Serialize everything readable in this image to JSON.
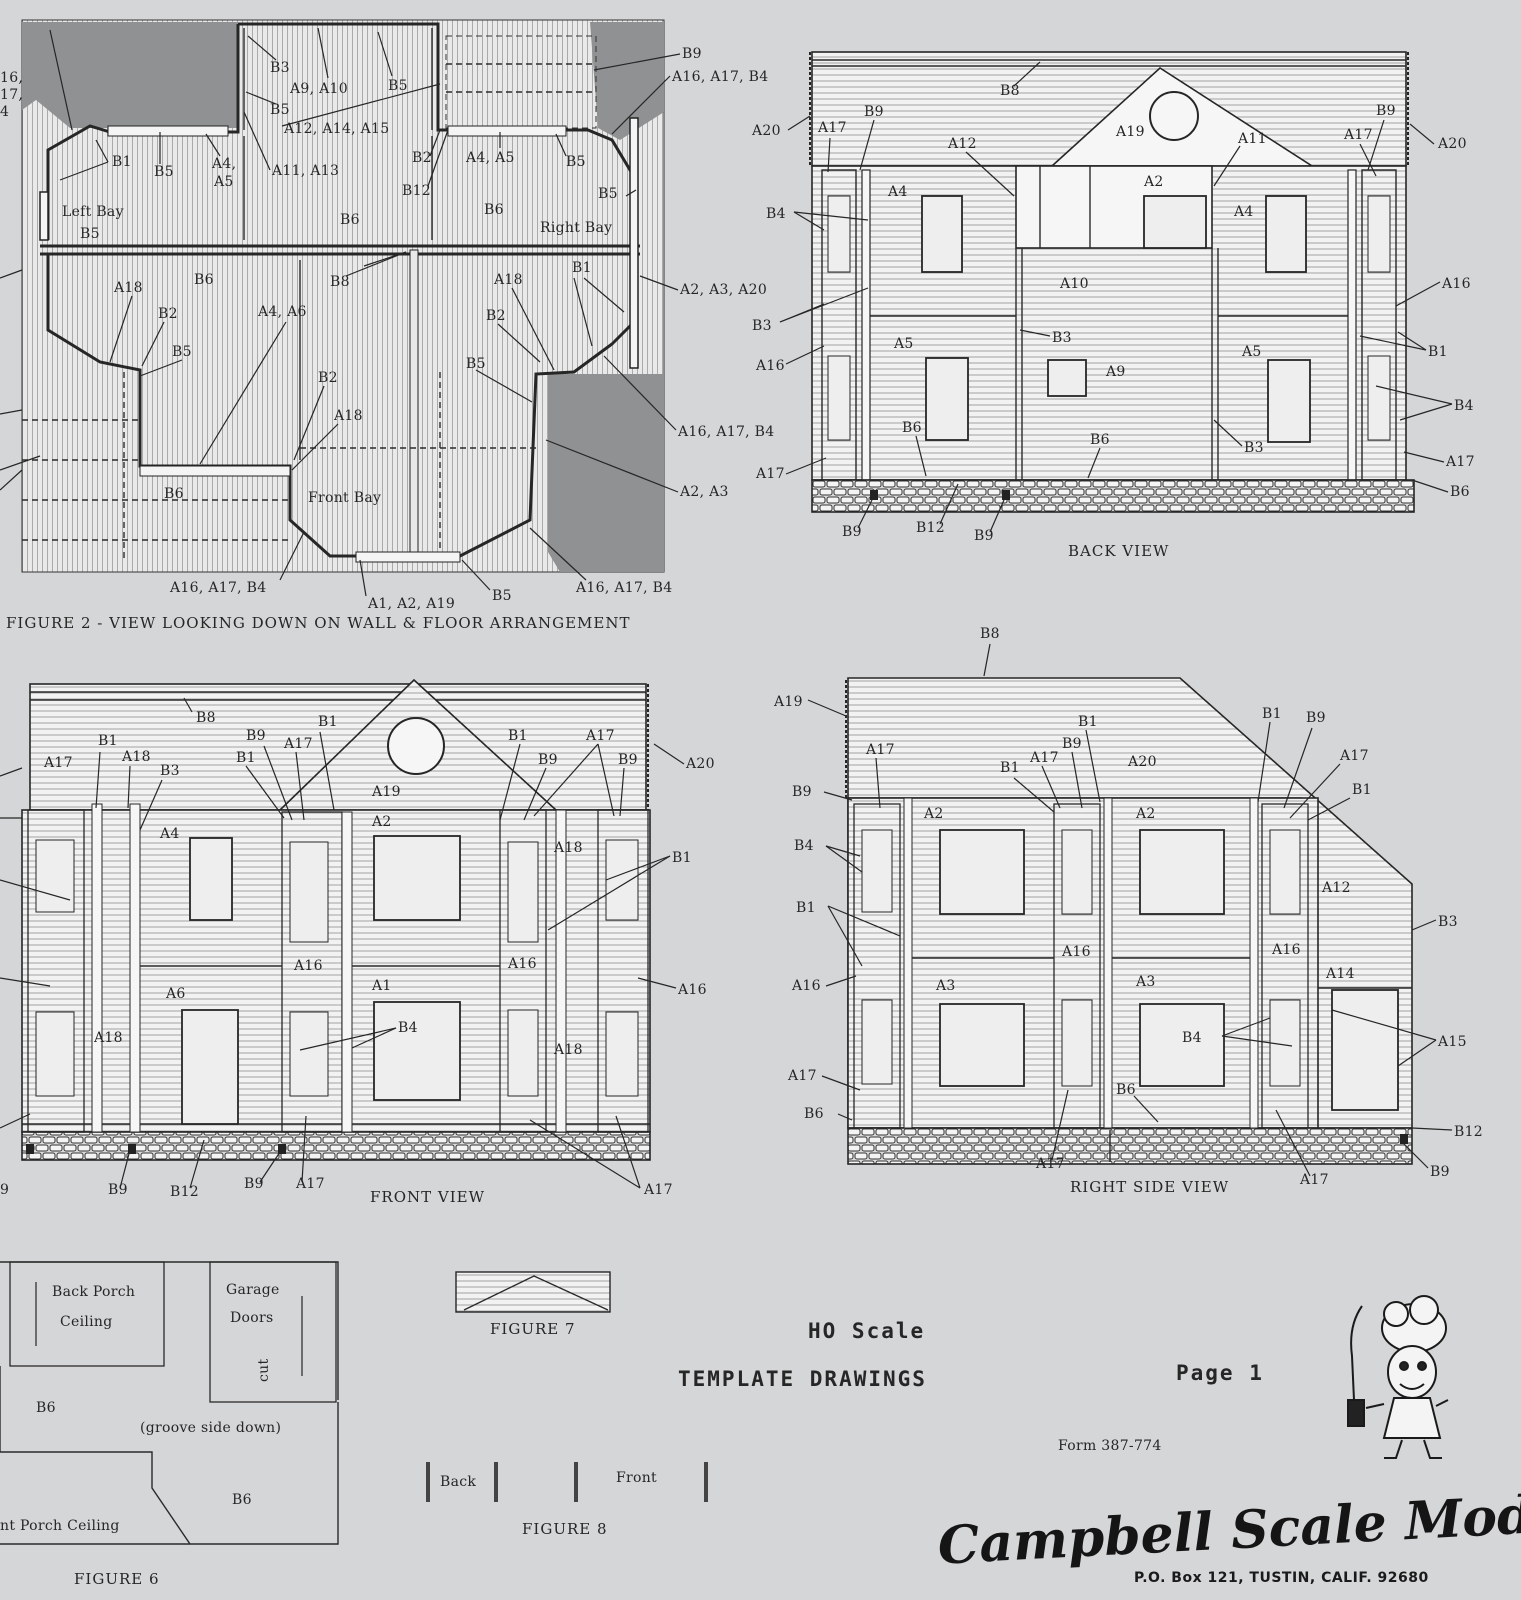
{
  "figure2": {
    "caption": "FIGURE 2 - VIEW LOOKING DOWN ON WALL & FLOOR ARRANGEMENT",
    "rooms": {
      "left_bay": "Left Bay",
      "right_bay": "Right Bay",
      "front_bay": "Front Bay"
    },
    "labels": {
      "b3": "B3",
      "a9a10": "A9, A10",
      "b5_top": "B5",
      "b9_top": "B9",
      "a16a17b4_tr": "A16, A17, B4",
      "b5_a": "B5",
      "a12a14a15": "A12, A14, A15",
      "b1_l": "B1",
      "b5_l": "B5",
      "a4a5_l1": "A4,",
      "a4a5_l2": "A5",
      "a11a13": "A11, A13",
      "b2_t": "B2",
      "a4a5_r": "A4, A5",
      "b5_r": "B5",
      "b12": "B12",
      "b5_rb": "B5",
      "b6_1": "B6",
      "b6_2": "B6",
      "b5_lb": "B5",
      "a18_l": "A18",
      "b6_3": "B6",
      "b8": "B8",
      "a18_r": "A18",
      "b1_r": "B1",
      "a2a3a20": "A2, A3, A20",
      "b2_l": "B2",
      "a4a6": "A4, A6",
      "b2_r": "B2",
      "b5_m": "B5",
      "b5_mr": "B5",
      "b2_m": "B2",
      "a18_m": "A18",
      "a16a17b4_r": "A16, A17, B4",
      "a2a3": "A2, A3",
      "b6_4": "B6",
      "a16a17b4_bl": "A16, A17, B4",
      "a1a2a19": "A1, A2, A19",
      "b5_b": "B5",
      "a16a17b4_br": "A16, A17, B4",
      "edge_tl": "16,\n17,\n4"
    }
  },
  "back_view": {
    "caption": "BACK VIEW",
    "labels": {
      "b8": "B8",
      "b9_l": "B9",
      "a20_l": "A20",
      "a17_l": "A17",
      "a19": "A19",
      "a12": "A12",
      "a11": "A11",
      "b9_r": "B9",
      "a17_r": "A17",
      "a20_r": "A20",
      "a2": "A2",
      "a4_l": "A4",
      "a4_r": "A4",
      "b4_l": "B4",
      "a10": "A10",
      "a16_r": "A16",
      "b3_l": "B3",
      "b3_m": "B3",
      "a5_l": "A5",
      "a5_r": "A5",
      "b1_r": "B1",
      "a16_l": "A16",
      "a9": "A9",
      "b4_r": "B4",
      "b6_l": "B6",
      "b6_m": "B6",
      "b3_r": "B3",
      "a17_bl": "A17",
      "a17_br": "A17",
      "b6_r": "B6",
      "b9_bl": "B9",
      "b12": "B12",
      "b9_bm": "B9"
    }
  },
  "front_view": {
    "caption": "FRONT VIEW",
    "labels": {
      "b8": "B8",
      "b9_a": "B9",
      "b1_a": "B1",
      "a17_a": "A17",
      "b1_b": "B1",
      "a18_a": "A18",
      "b3": "B3",
      "b1_c": "B1",
      "a17_b": "A17",
      "b1_d": "B1",
      "a17_c": "A17",
      "b9_b": "B9",
      "b9_c": "B9",
      "a20": "A20",
      "a17_l": "A17",
      "a19": "A19",
      "a2": "A2",
      "a4": "A4",
      "a18_r1": "A18",
      "b1_r": "B1",
      "a16_a": "A16",
      "a16_b": "A16",
      "a1": "A1",
      "a6": "A6",
      "a16_r": "A16",
      "b4": "B4",
      "a18_l": "A18",
      "a18_r2": "A18",
      "b9_bl": "B9",
      "b12": "B12",
      "b9_bm": "B9",
      "a17_bm": "A17",
      "a17_br": "A17",
      "b9_edge": "9"
    }
  },
  "right_view": {
    "caption": "RIGHT SIDE VIEW",
    "labels": {
      "b8": "B8",
      "a19": "A19",
      "b1_a": "B1",
      "b1_b": "B1",
      "b9_a": "B9",
      "a17_a": "A17",
      "a17_b": "A17",
      "b9_b": "B9",
      "b1_c": "B1",
      "a17_c": "A17",
      "a20": "A20",
      "a17_d": "A17",
      "b9_l": "B9",
      "b1_d": "B1",
      "a2_l": "A2",
      "a2_r": "A2",
      "b4_l": "B4",
      "a12": "A12",
      "b1_l": "B1",
      "b3": "B3",
      "a16_a": "A16",
      "a16_b": "A16",
      "a14": "A14",
      "a16_l": "A16",
      "a3_l": "A3",
      "a3_r": "A3",
      "a15": "A15",
      "b4_m": "B4",
      "a17_l": "A17",
      "b6_m": "B6",
      "b6_l": "B6",
      "b12": "B12",
      "a17_bm": "A17",
      "a17_br": "A17",
      "b9_br": "B9"
    }
  },
  "figure6": {
    "caption": "FIGURE 6",
    "back_porch_1": "Back Porch",
    "back_porch_2": "Ceiling",
    "garage_1": "Garage",
    "garage_2": "Doors",
    "cut": "cut",
    "b6_a": "B6",
    "groove": "(groove side down)",
    "b6_b": "B6",
    "front_porch": "nt Porch Ceiling"
  },
  "figure7": {
    "caption": "FIGURE 7"
  },
  "figure8": {
    "caption": "FIGURE 8",
    "back": "Back",
    "front": "Front"
  },
  "title_block": {
    "scale": "HO Scale",
    "title": "TEMPLATE DRAWINGS",
    "page": "Page 1",
    "form": "Form 387-774"
  },
  "brand": {
    "name": "Campbell Scale Models",
    "address": "P.O. Box 121, TUSTIN, CALIF. 92680"
  },
  "colors": {
    "paper": "#d4d6d7",
    "ink": "#262626",
    "wall_fill": "#f3f3f3",
    "shade": "#8f9192"
  }
}
